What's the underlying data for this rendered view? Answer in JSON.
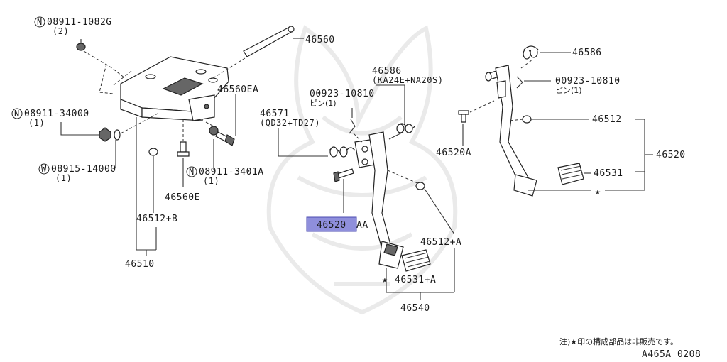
{
  "callouts": {
    "nut_1082g": "08911-1082G",
    "nut_1082g_qty": "(2)",
    "rod_46560": "46560",
    "bracket_46560ea": "46560EA",
    "nut_34000": "08911-34000",
    "nut_34000_qty": "(1)",
    "washer_14000": "08915-14000",
    "washer_14000_qty": "(1)",
    "nut_3401a": "08911-3401A",
    "nut_3401a_qty": "(1)",
    "bolt_46560e": "46560E",
    "stopper_46512b": "46512+B",
    "bracket_assy_46510": "46510",
    "spring_46586_left": "46586",
    "spring_46586_left_note": "(KA24E+NA20S)",
    "pin_10810_left": "00923-10810",
    "pin_10810_left_note": "ピン(1)",
    "spring_46571": "46571",
    "spring_46571_note": "(QD32+TD27)",
    "pedal_46520aa_code": "46520",
    "pedal_46520aa_suffix": "AA",
    "stopper_46512a": "46512+A",
    "pad_46531a": "46531+A",
    "pedal_assy_46540": "46540",
    "spring_46586_right": "46586",
    "pin_10810_right": "00923-10810",
    "pin_10810_right_note": "ピン(1)",
    "stopper_46512": "46512",
    "bolt_46520a": "46520A",
    "pedal_46520": "46520",
    "pad_46531": "46531",
    "circle_n": "N",
    "circle_w": "W",
    "star": "★"
  },
  "footer": {
    "note": "注)★印の構成部品は非販売です。",
    "diagram_code": "A465A 0208"
  },
  "colors": {
    "highlight": "#8f8fdc",
    "line": "#333333"
  }
}
